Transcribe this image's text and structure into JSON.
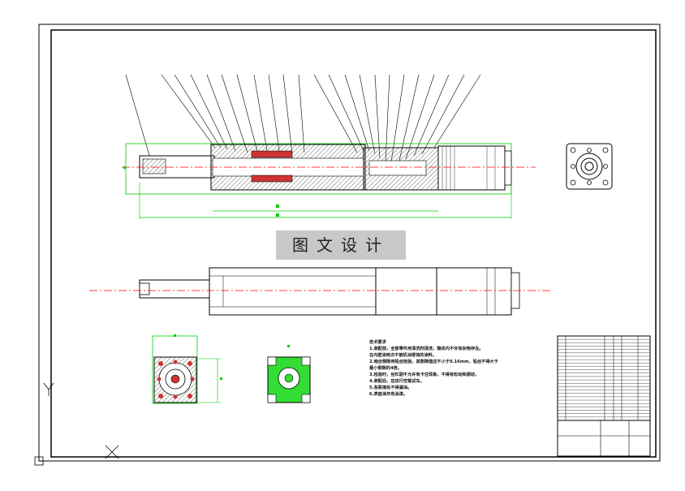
{
  "watermark": {
    "text": "图文设计"
  },
  "technical_notes": {
    "heading": "技术要求",
    "lines": [
      "1.装配前，全部零件用清洗剂清洗，箱体内不许有杂物存在。",
      "在内壁涂两次不被机油侵蚀的涂料。",
      "2.啮合侧隙用铅丝检验，其侧隙值应不小于0.16mm，铅丝不得大于",
      "最小侧隙的4倍。",
      "3.检验时，丝杠副不允许有卡住现象，不得有松动和振动，",
      "4.装配后，应进行空载试车。",
      "5.各联接处不得漏油。",
      "6.表面涂灰色油漆。"
    ]
  },
  "ucs": {
    "y_label": "Y",
    "x_label": "X"
  },
  "colors": {
    "outline": "#000000",
    "dimension": "#00cc00",
    "centerline": "#ff0000",
    "section_fill": "#cc3333",
    "green_part": "#33dd33"
  }
}
